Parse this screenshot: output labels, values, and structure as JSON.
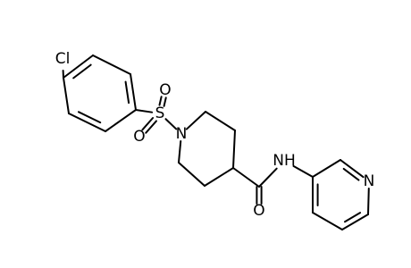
{
  "molecule": {
    "colors": {
      "bond": "#000000",
      "Cl": "#000000",
      "S": "#000000",
      "O": "#000000",
      "N": "#000000"
    },
    "atoms": [
      {
        "id": "Cl",
        "label": "Cl"
      },
      {
        "id": "S",
        "label": "S"
      },
      {
        "id": "O1",
        "label": "O"
      },
      {
        "id": "O2",
        "label": "O"
      },
      {
        "id": "N1",
        "label": "N"
      },
      {
        "id": "O3",
        "label": "O"
      },
      {
        "id": "NH",
        "label": "NH"
      },
      {
        "id": "N2",
        "label": "N"
      }
    ]
  }
}
